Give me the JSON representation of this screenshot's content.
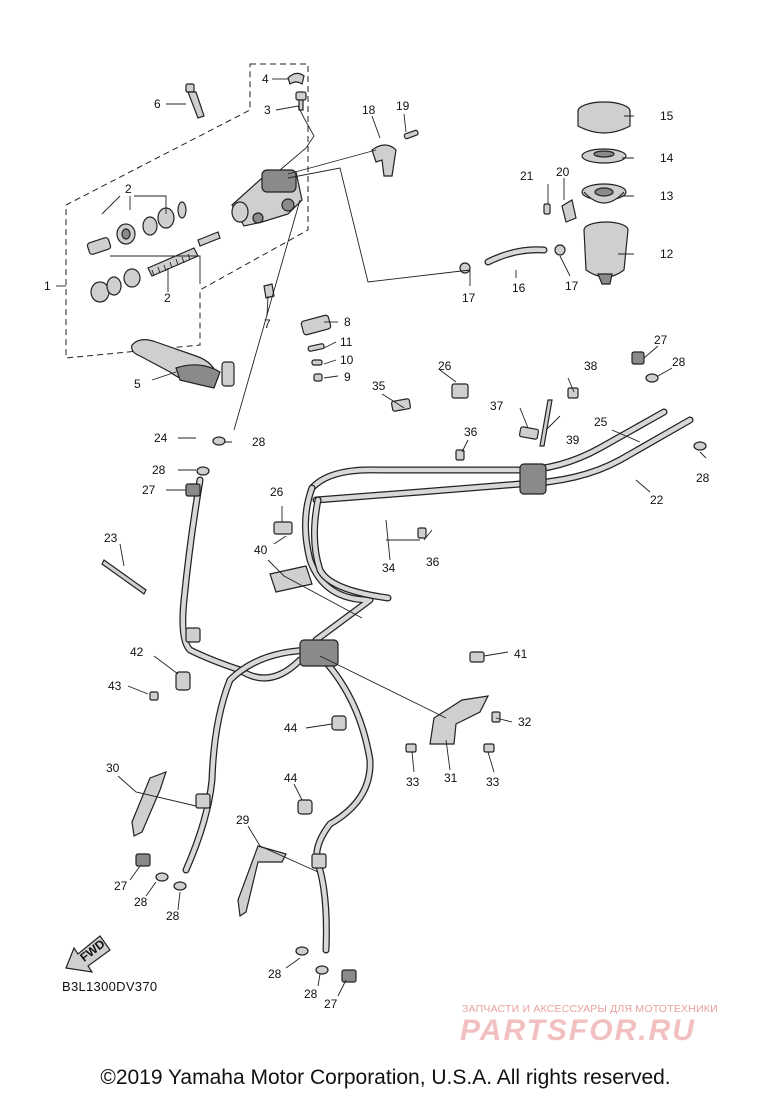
{
  "diagram": {
    "callouts": [
      "1",
      "2",
      "2",
      "3",
      "4",
      "5",
      "6",
      "7",
      "8",
      "9",
      "10",
      "11",
      "12",
      "13",
      "14",
      "15",
      "16",
      "17",
      "17",
      "18",
      "19",
      "20",
      "21",
      "22",
      "23",
      "24",
      "25",
      "26",
      "26",
      "27",
      "27",
      "27",
      "27",
      "28",
      "28",
      "28",
      "28",
      "28",
      "28",
      "28",
      "28",
      "29",
      "30",
      "31",
      "32",
      "33",
      "33",
      "34",
      "35",
      "36",
      "36",
      "37",
      "38",
      "39",
      "40",
      "41",
      "42",
      "43",
      "44",
      "44"
    ],
    "fwd_label": "FWD",
    "diagram_code": "B3L1300DV370"
  },
  "watermark": {
    "tagline": "ЗАПЧАСТИ И АКСЕССУАРЫ ДЛЯ МОТОТЕХНИКИ",
    "logo_text": "PARTSFOR.RU"
  },
  "footer": {
    "copyright": "©2019 Yamaha Motor Corporation, U.S.A. All rights reserved."
  }
}
